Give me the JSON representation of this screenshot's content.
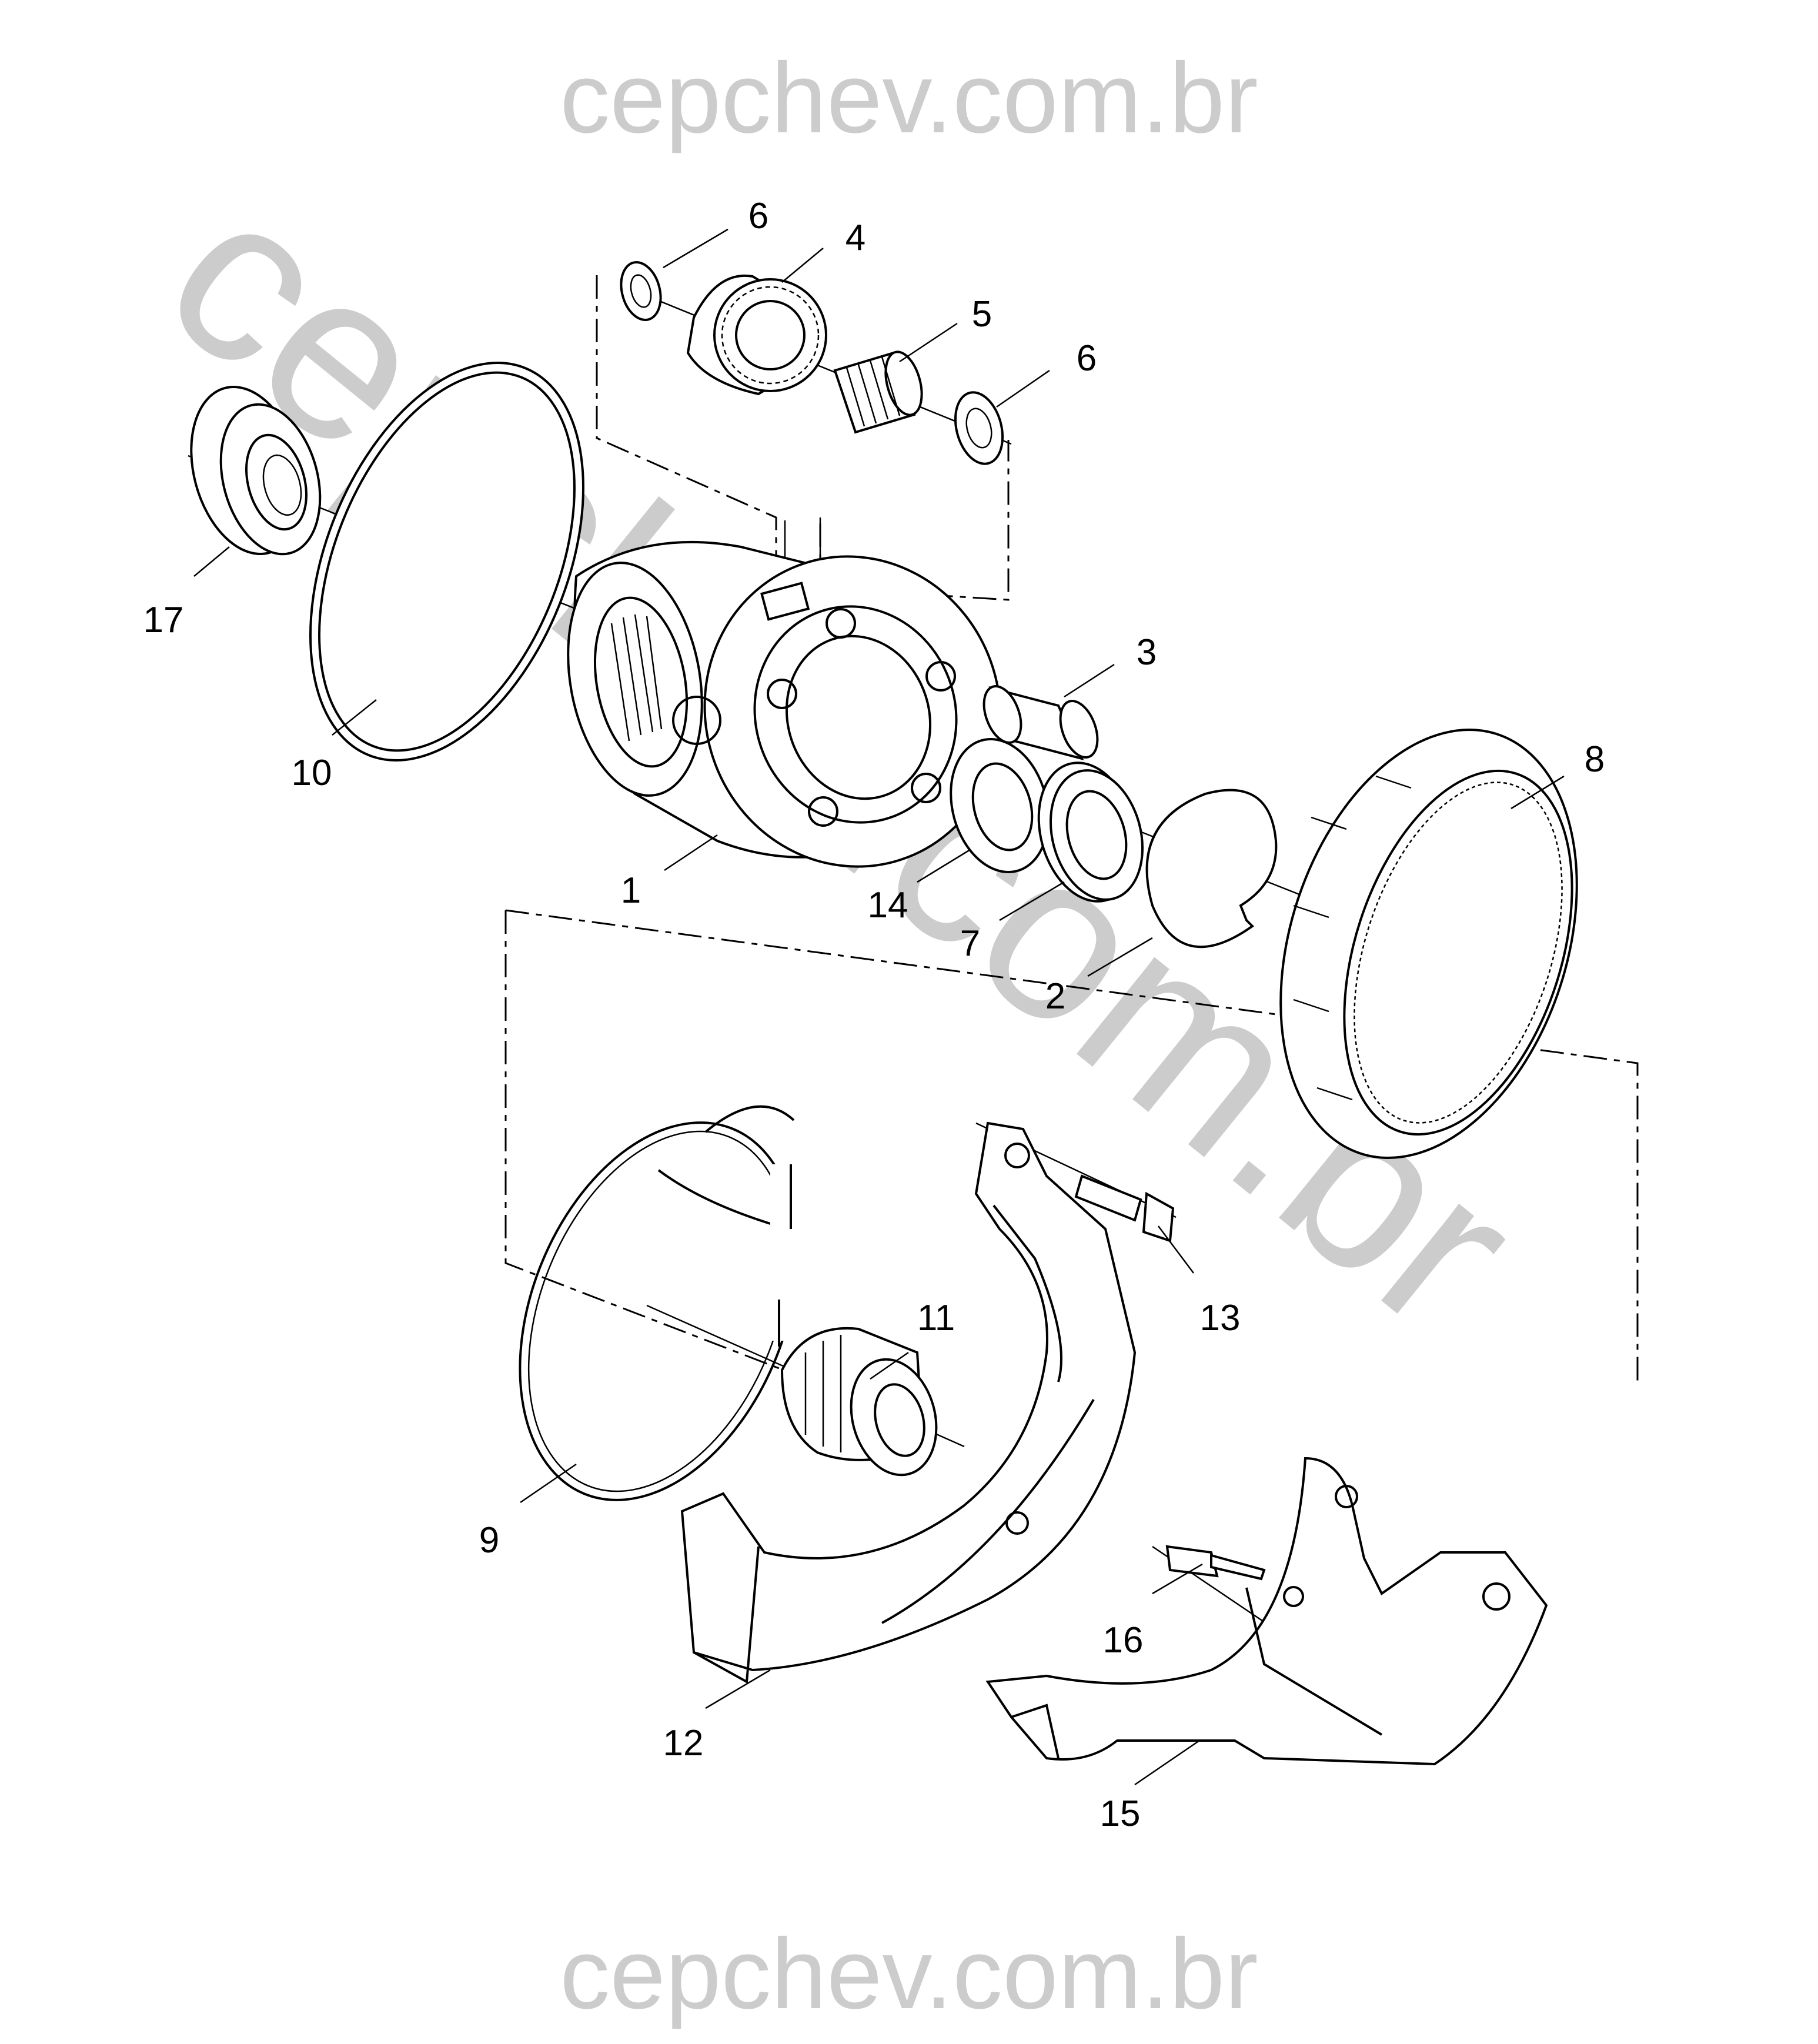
{
  "watermark": {
    "top": "cepchev.com.br",
    "bottom": "cepchev.com.br",
    "diagonal": "cepchev.com.br",
    "color": "#cccccc"
  },
  "callouts": [
    {
      "id": "6a",
      "label": "6"
    },
    {
      "id": "4",
      "label": "4"
    },
    {
      "id": "5",
      "label": "5"
    },
    {
      "id": "6b",
      "label": "6"
    },
    {
      "id": "17",
      "label": "17"
    },
    {
      "id": "3",
      "label": "3"
    },
    {
      "id": "10",
      "label": "10"
    },
    {
      "id": "8",
      "label": "8"
    },
    {
      "id": "1",
      "label": "1"
    },
    {
      "id": "14",
      "label": "14"
    },
    {
      "id": "7",
      "label": "7"
    },
    {
      "id": "2",
      "label": "2"
    },
    {
      "id": "11",
      "label": "11"
    },
    {
      "id": "13",
      "label": "13"
    },
    {
      "id": "9",
      "label": "9"
    },
    {
      "id": "16",
      "label": "16"
    },
    {
      "id": "12",
      "label": "12"
    },
    {
      "id": "15",
      "label": "15"
    }
  ]
}
